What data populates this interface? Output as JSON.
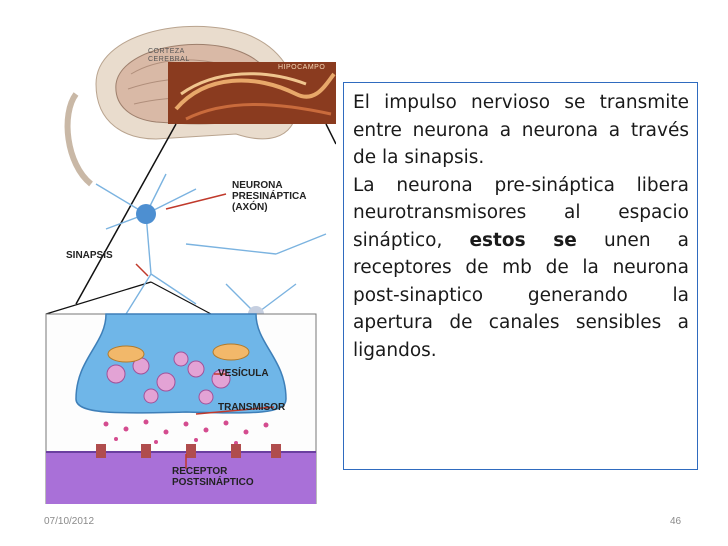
{
  "labels": {
    "corteza": [
      "CORTEZA",
      "CEREBRAL"
    ],
    "hipocampo": "HIPOCAMPO",
    "neurona": [
      "NEURONA",
      "PRESINÁPTICA",
      "(AXÓN)"
    ],
    "sinapsis": "SINAPSIS",
    "vesicula": "VESÍCULA",
    "transmisor": "TRANSMISOR",
    "receptor": [
      "RECEPTOR",
      "POSTSINÁPTICO"
    ]
  },
  "text": {
    "p1": "El impulso nervioso se transmite entre neurona a neurona  a través de la sinapsis.",
    "p2_part1": "La neurona pre-sináptica libera neurotransmisores al espacio sináptico, ",
    "p2_bold": "estos  se",
    "p2_part2": " unen a receptores de mb de la  neurona post-sinaptico generando la apertura de canales sensibles a ligandos."
  },
  "footer": {
    "date": "07/10/2012",
    "page": "46"
  },
  "colors": {
    "border": "#2f6bbf",
    "synapse_blue": "#6fb6e8",
    "membrane_purple": "#a970d8"
  }
}
